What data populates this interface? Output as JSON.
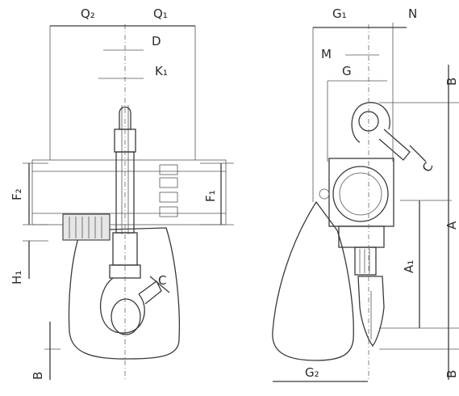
{
  "front_view": {
    "Q2": "Q₂",
    "Q1": "Q₁",
    "D": "D",
    "K1": "K₁",
    "F2": "F₂",
    "F1": "F₁",
    "H1": "H₁",
    "C": "C",
    "B": "B"
  },
  "side_view": {
    "G1": "G₁",
    "N": "N",
    "M": "M",
    "G": "G",
    "B_top": "B",
    "C": "C",
    "A": "A",
    "A1": "A₁",
    "G2": "G₂",
    "B_bottom": "B"
  }
}
